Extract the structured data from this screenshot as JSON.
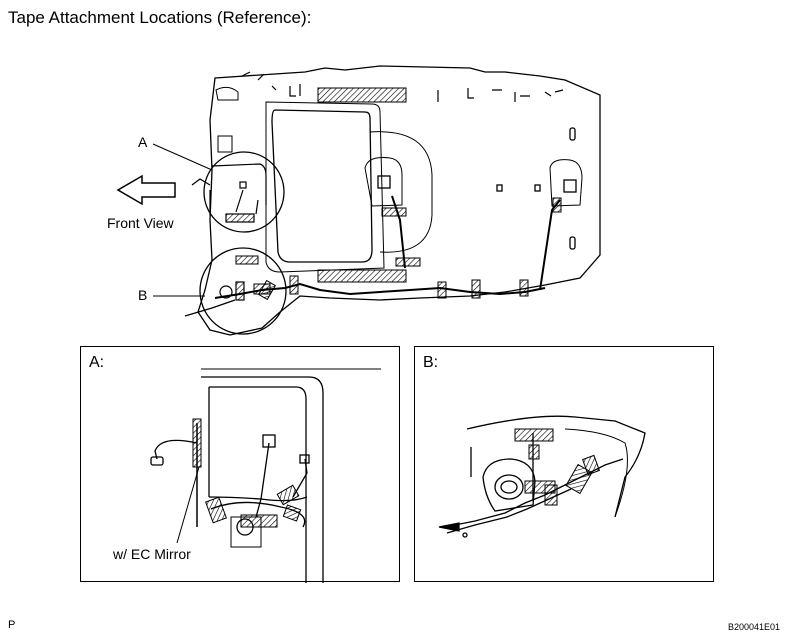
{
  "title": "Tape Attachment Locations (Reference):",
  "overview": {
    "callout_a": "A",
    "callout_b": "B",
    "front_view_label": "Front View"
  },
  "detail_a": {
    "label": "A:",
    "note": "w/ EC Mirror"
  },
  "detail_b": {
    "label": "B:"
  },
  "footer": {
    "left_mark": "P",
    "figure_code": "B200041E01"
  },
  "icons": [
    "front-arrow-icon"
  ],
  "colors": {
    "line": "#000000",
    "background": "#ffffff"
  }
}
